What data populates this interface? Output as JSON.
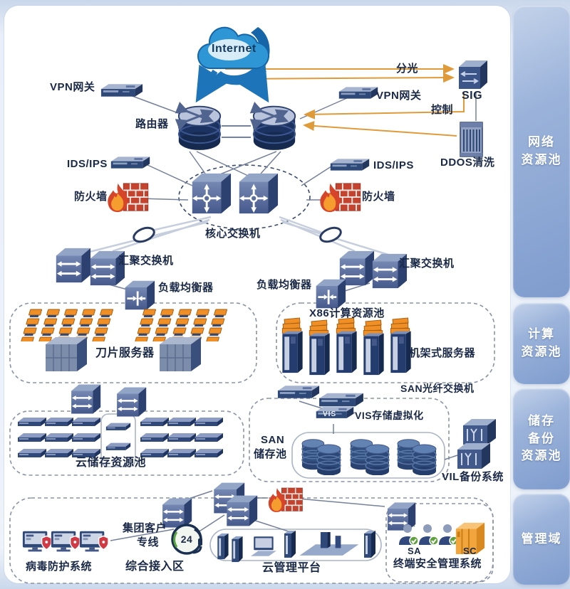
{
  "sidebar": {
    "bands": [
      {
        "lines": [
          "网络",
          "资源池"
        ]
      },
      {
        "lines": [
          "计算",
          "资源池"
        ]
      },
      {
        "lines": [
          "储存",
          "备份",
          "资源池"
        ]
      },
      {
        "lines": [
          "管理域"
        ]
      }
    ]
  },
  "network": {
    "internet": "Internet",
    "vpn_gateway_left": "VPN网关",
    "vpn_gateway_right": "VPN网关",
    "router": "路由器",
    "optical_split": "分光",
    "sig": "SIG",
    "control": "控制",
    "ddos_clean": "DDOS清洗",
    "ids_ips_left": "IDS/IPS",
    "ids_ips_right": "IDS/IPS",
    "firewall_left": "防火墙",
    "firewall_right": "防火墙",
    "core_switch": "核心交换机",
    "agg_switch_left": "汇聚交换机",
    "agg_switch_right": "汇聚交换机",
    "load_balancer_left": "负载均衡器",
    "load_balancer_right": "负载均衡器"
  },
  "compute": {
    "x86_pool": "X86计算资源池",
    "blade_server": "刀片服务器",
    "rack_server": "机架式服务器"
  },
  "storage": {
    "san_fc_switch": "SAN光纤交换机",
    "vis_virtualization": "VIS存储虚拟化",
    "vis_badge": "VIS",
    "san_pool_line1": "SAN",
    "san_pool_line2": "储存池",
    "cloud_storage_pool": "云储存资源池",
    "vil_backup": "VIL备份系统"
  },
  "management": {
    "antivirus": "病毒防护系统",
    "group_customer_line1": "集团客户",
    "group_customer_line2": "专线",
    "badge_24": "24",
    "integrated_access": "综合接入区",
    "cloud_platform": "云管理平台",
    "terminal_security": "终端安全管理系统",
    "sa": "SA",
    "sc": "SC"
  },
  "colors": {
    "accent_orange": "#df9a3a",
    "device_navy": "#2e4878",
    "band_blue": "#7f9cce",
    "flame_red": "#d6452a"
  }
}
